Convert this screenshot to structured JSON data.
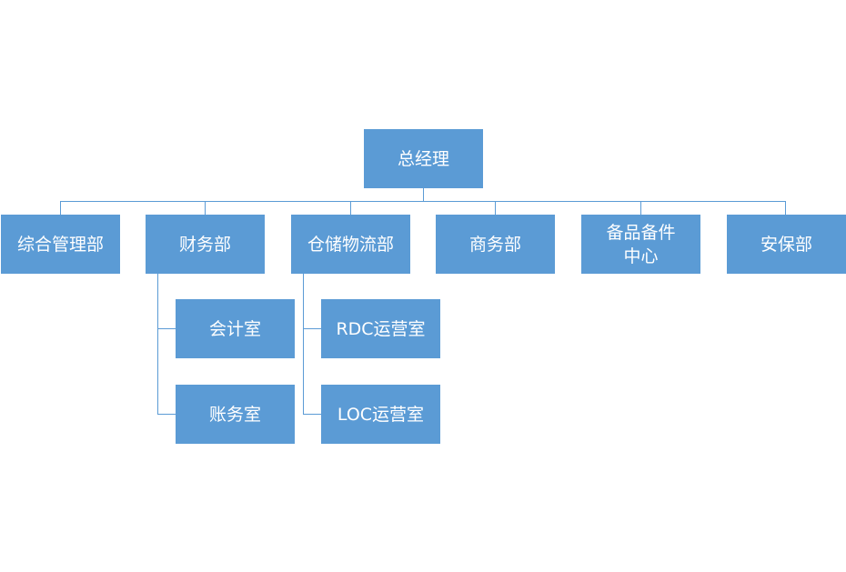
{
  "colors": {
    "box_fill": "#5b9bd5",
    "connector": "#5b9bd5",
    "text": "#ffffff"
  },
  "root": {
    "label": "总经理"
  },
  "departments": [
    {
      "label": "综合管理部"
    },
    {
      "label": "财务部",
      "children": [
        {
          "label": "会计室"
        },
        {
          "label": "账务室"
        }
      ]
    },
    {
      "label": "仓储物流部",
      "children": [
        {
          "label": "RDC运营室"
        },
        {
          "label": "LOC运营室"
        }
      ]
    },
    {
      "label": "商务部"
    },
    {
      "label": "备品备件中心",
      "lines": [
        "备品备件",
        "中心"
      ]
    },
    {
      "label": "安保部"
    }
  ]
}
